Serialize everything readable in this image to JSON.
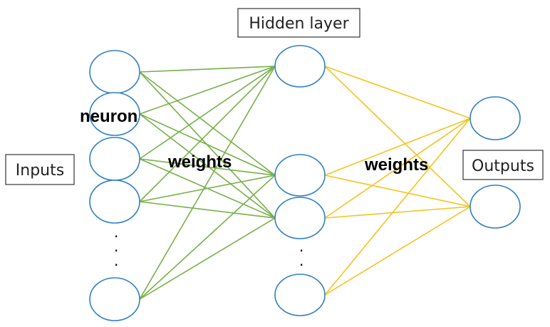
{
  "labels": {
    "hidden_layer": "Hidden layer",
    "inputs": "Inputs",
    "outputs": "Outputs",
    "neuron": "neuron",
    "weights_left": "weights",
    "weights_right": "weights",
    "ellipsis_dot": "."
  },
  "layers": {
    "inputs": {
      "count": 5
    },
    "hidden": {
      "count": 4
    },
    "outputs": {
      "count": 2
    }
  },
  "colors": {
    "node_stroke": "#2e7fc5",
    "input_hidden_edges": "#77b04a",
    "hidden_output_edges": "#f6c21f",
    "box_stroke": "#333333",
    "text": "#000000"
  }
}
